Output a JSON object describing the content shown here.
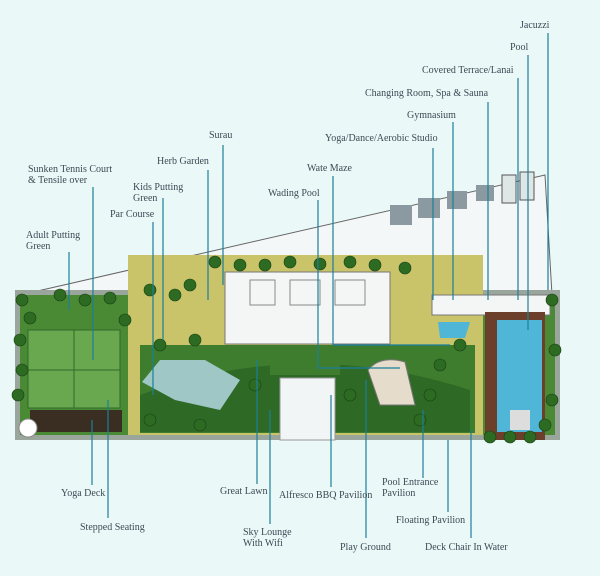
{
  "colors": {
    "background": "#eaf8f8",
    "leader": "#1b7f9a",
    "lawn": "#3f7d2e",
    "path": "#c9c46a",
    "water": "#4fb6d8",
    "building": "#f4f6f6"
  },
  "labels": {
    "jacuzzi": "Jacuzzi",
    "pool": "Pool",
    "covered_terrace": "Covered Terrace/Lanai",
    "changing_room": "Changing Room, Spa & Sauna",
    "gymnasium": "Gymnasium",
    "yoga_studio": "Yoga/Dance/Aerobic Studio",
    "wate_maze": "Wate Maze",
    "wading_pool": "Wading Pool",
    "surau": "Surau",
    "herb_garden": "Herb Garden",
    "tennis_line1": "Sunken Tennis Court",
    "tennis_line2": "& Tensile over",
    "kids_putting_line1": "Kids Putting",
    "kids_putting_line2": "Green",
    "par_course": "Par Course",
    "adult_putting_line1": "Adult Putting",
    "adult_putting_line2": "Green",
    "yoga_deck": "Yoga Deck",
    "stepped_seating": "Stepped Seating",
    "great_lawn": "Great Lawn",
    "sky_lounge_line1": "Sky Lounge",
    "sky_lounge_line2": "With Wifi",
    "bbq_pavilion": "Alfresco BBQ Pavilion",
    "play_ground": "Play Ground",
    "pool_entrance_line1": "Pool Entrance",
    "pool_entrance_line2": "Pavilion",
    "floating_pavilion": "Floating Pavilion",
    "deck_chair": "Deck Chair In Water"
  }
}
